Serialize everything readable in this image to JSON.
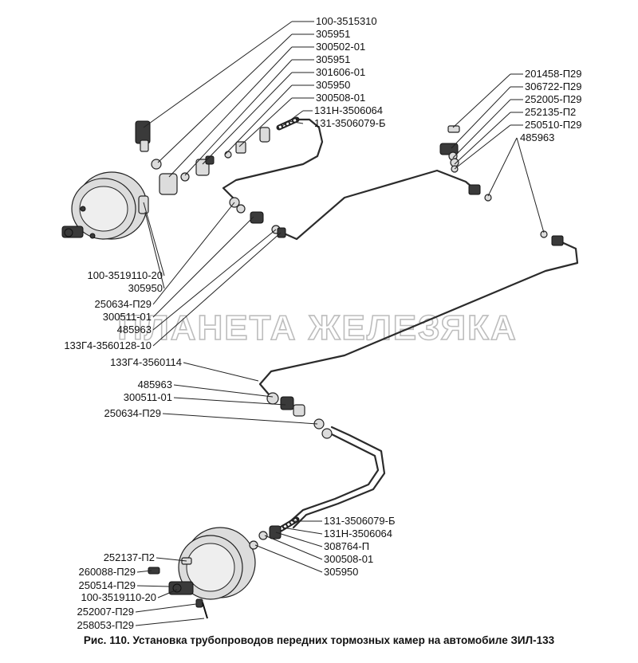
{
  "caption": "Рис. 110. Установка трубопроводов передних тормозных камер на автомобиле ЗИЛ-133",
  "watermark": "ПЛАНЕТА ЖЕЛЕЗЯКА",
  "part_labels": [
    "100-3515310",
    "305951",
    "300502-01",
    "305951",
    "301606-01",
    "305950",
    "300508-01",
    "131Н-3506064",
    "131-3506079-Б",
    "201458-П29",
    "306722-П29",
    "252005-П29",
    "252135-П2",
    "250510-П29",
    "485963",
    "100-3519110-20",
    "305950",
    "250634-П29",
    "300511-01",
    "485963",
    "133Г4-3560128-10",
    "133Г4-3560114",
    "485963",
    "300511-01",
    "250634-П29",
    "131-3506079-Б",
    "131Н-3506064",
    "308764-П",
    "300508-01",
    "305950",
    "252137-П2",
    "260088-П29",
    "250514-П29",
    "100-3519110-20",
    "252007-П29",
    "258053-П29"
  ]
}
